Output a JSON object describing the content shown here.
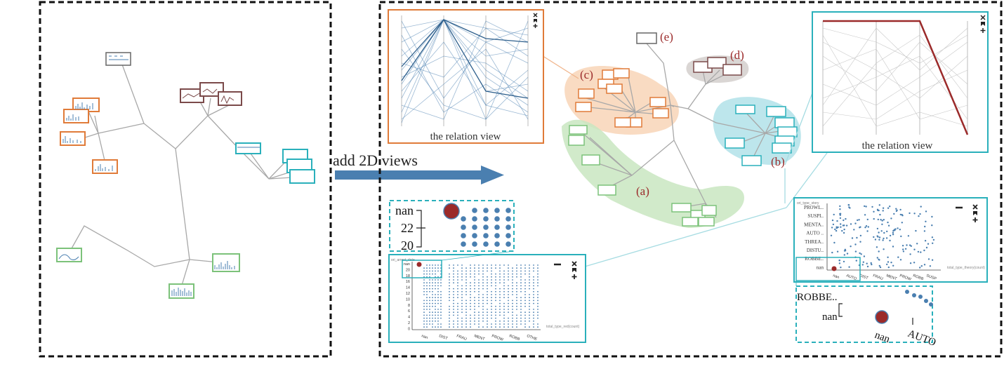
{
  "arrow_label": "add 2D views",
  "labels": {
    "a": "(a)",
    "b": "(b)",
    "c": "(c)",
    "d": "(d)",
    "e": "(e)"
  },
  "relation_view_left": {
    "caption": "the relation view"
  },
  "relation_view_right": {
    "caption": "the relation view"
  },
  "zoom_left": {
    "ticks": [
      "nan",
      "22",
      "20"
    ]
  },
  "zoom_right": {
    "y_label": "ROBBE..",
    "nan_y": "nan",
    "nan_x": "nan",
    "auto_x": "AUTO"
  },
  "scatter_right": {
    "title": "ori_type_story",
    "y_ticks": [
      "PROWL..",
      "SUSPI..",
      "MENTA..",
      "AUTO ..",
      "THREA..",
      "DISTU..",
      "ROBBE..",
      "nan"
    ],
    "x_ticks": [
      "nan",
      "AUTO",
      "DIST",
      "FRAU",
      "MENT",
      "PROW",
      "ROBB",
      "SUSP"
    ],
    "side_label": "total_type_theory(count)"
  },
  "scatter_left": {
    "title": "ori_arrest_date",
    "y_ticks": [
      "nan",
      "20",
      "18",
      "16",
      "14",
      "12",
      "10",
      "8",
      "6",
      "4",
      "2",
      "0"
    ],
    "x_ticks": [
      "nan",
      "DIST",
      "FRAU",
      "MENT",
      "PROW",
      "ROBB",
      "OTHE"
    ],
    "side_label": "total_type_red(count)"
  },
  "colors": {
    "orange": "#e07b39",
    "brown": "#7b4a4a",
    "teal": "#2ab0bb",
    "green": "#7cc27a",
    "blue": "#4a7fb0",
    "dark_red": "#9b2a2a",
    "tree": "#a8a8a8"
  },
  "icons": [
    "close-icon",
    "bookmark-icon",
    "plus-icon",
    "minus-icon"
  ]
}
